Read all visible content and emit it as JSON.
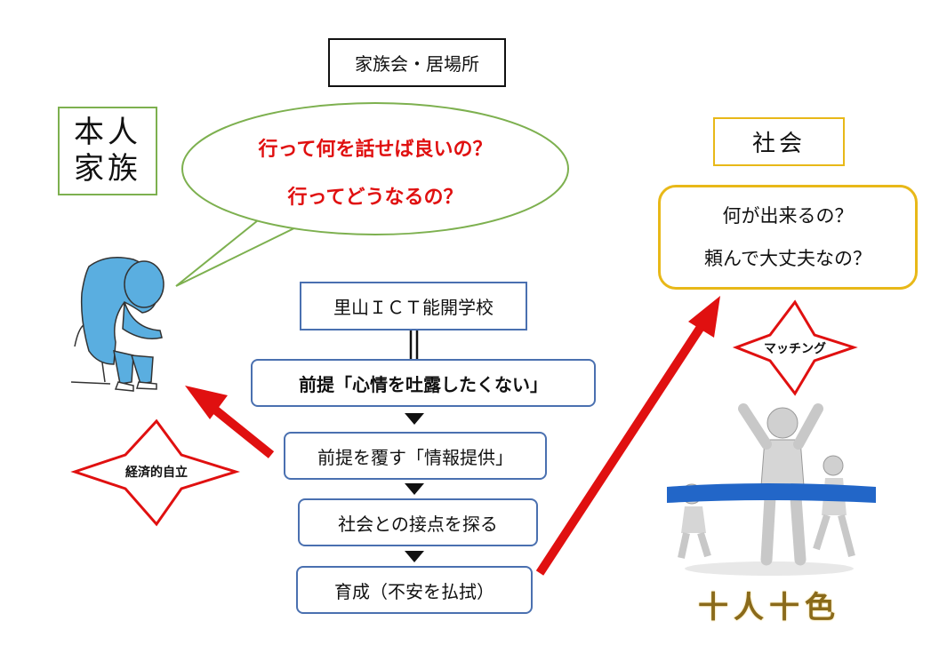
{
  "top_label": "家族会・居場所",
  "person_label": {
    "line1": "本人",
    "line2": "家族"
  },
  "bubble": {
    "line1": "行って何を話せば良いの？",
    "line2": "行ってどうなるの？"
  },
  "society_label": "社会",
  "society_questions": {
    "line1": "何が出来るの？",
    "line2": "頼んで大丈夫なの？"
  },
  "school": "里山ＩＣＴ能開学校",
  "equals_sign": "||",
  "steps": [
    "前提「心情を吐露したくない」",
    "前提を覆す「情報提供」",
    "社会との接点を探る",
    "育成（不安を払拭）"
  ],
  "star_left": "経済的自立",
  "star_right": "マッチング",
  "bottom_label": "十人十色",
  "colors": {
    "red": "#e01010",
    "green": "#7db04f",
    "yellow": "#e8b818",
    "blue": "#4a70b0",
    "person_blue": "#5aaee0"
  }
}
